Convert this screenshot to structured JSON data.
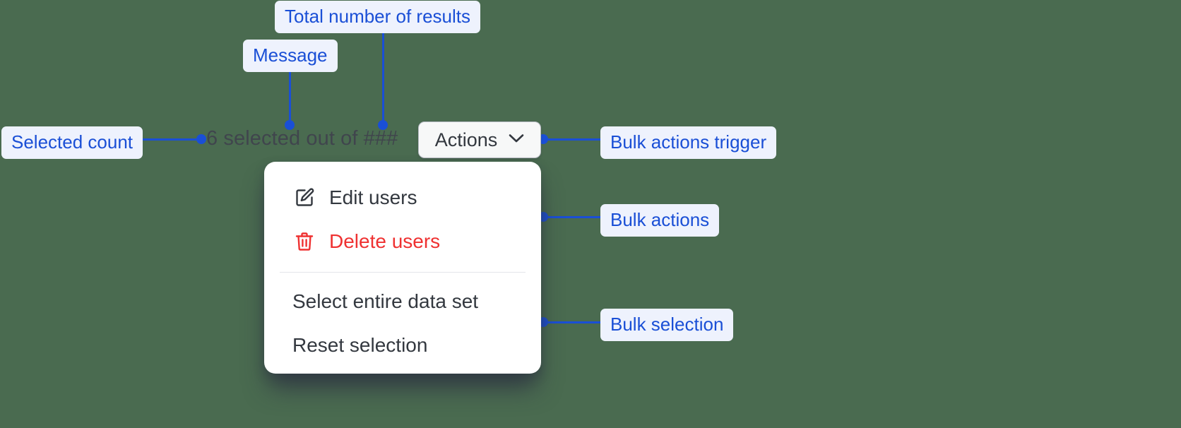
{
  "page": {
    "background_color": "#4a6b50",
    "accent_color": "#1a4fd6",
    "label_background": "#eef2fd",
    "danger_color": "#ef3131",
    "text_color": "#33383f"
  },
  "bulk_actions_bar": {
    "status_text": "6 selected out of ###",
    "selected_count": "6",
    "total_results_placeholder": "###",
    "trigger": {
      "label": "Actions",
      "icon": "chevron-down-icon"
    }
  },
  "dropdown_menu": {
    "groups": [
      {
        "name": "bulk-actions",
        "items": [
          {
            "label": "Edit users",
            "icon": "pencil-square-icon",
            "variant": "default"
          },
          {
            "label": "Delete users",
            "icon": "trash-icon",
            "variant": "danger"
          }
        ]
      },
      {
        "name": "bulk-selection",
        "items": [
          {
            "label": "Select entire data set",
            "icon": "",
            "variant": "default"
          },
          {
            "label": "Reset selection",
            "icon": "",
            "variant": "default"
          }
        ]
      }
    ]
  },
  "annotations": [
    {
      "id": "total-number-of-results",
      "label": "Total number of results"
    },
    {
      "id": "message",
      "label": "Message"
    },
    {
      "id": "selected-count",
      "label": "Selected count"
    },
    {
      "id": "bulk-actions-trigger",
      "label": "Bulk actions trigger"
    },
    {
      "id": "bulk-actions",
      "label": "Bulk actions"
    },
    {
      "id": "bulk-selection",
      "label": "Bulk selection"
    }
  ]
}
